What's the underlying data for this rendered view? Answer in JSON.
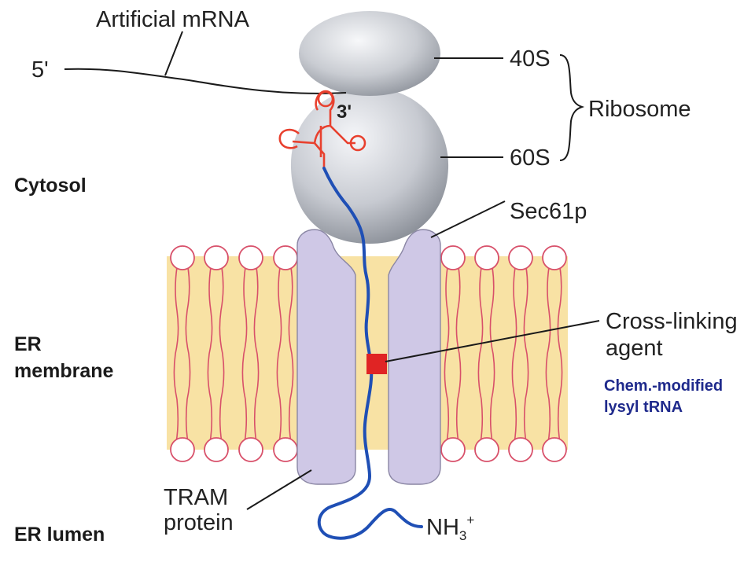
{
  "labels": {
    "mrna": "Artificial mRNA",
    "five_prime": "5'",
    "three_prime": "3'",
    "subunit_40s": "40S",
    "subunit_60s": "60S",
    "ribosome": "Ribosome",
    "cytosol": "Cytosol",
    "sec61p": "Sec61p",
    "er_line1": "ER",
    "er_line2": "membrane",
    "crosslink_line1": "Cross-linking",
    "crosslink_line2": "agent",
    "chem_line1": "Chem.-modified",
    "chem_line2": "lysyl tRNA",
    "tram_line1": "TRAM",
    "tram_line2": "protein",
    "lumen": "ER lumen",
    "nh3": "NH",
    "nh3_sub": "3",
    "nh3_sup": "+"
  },
  "colors": {
    "membrane": "#f8e2a4",
    "lipid_tail": "#d8506a",
    "lipid_head_stroke": "#d8506a",
    "channel": "#cfc8e6",
    "peptide": "#1f4fb5",
    "trna": "#e8402e",
    "crosslinker": "#e02424",
    "ribosome_light": "#f4f5f8",
    "ribosome_dark": "#8c9098",
    "blue_text": "#1f2a8c"
  }
}
